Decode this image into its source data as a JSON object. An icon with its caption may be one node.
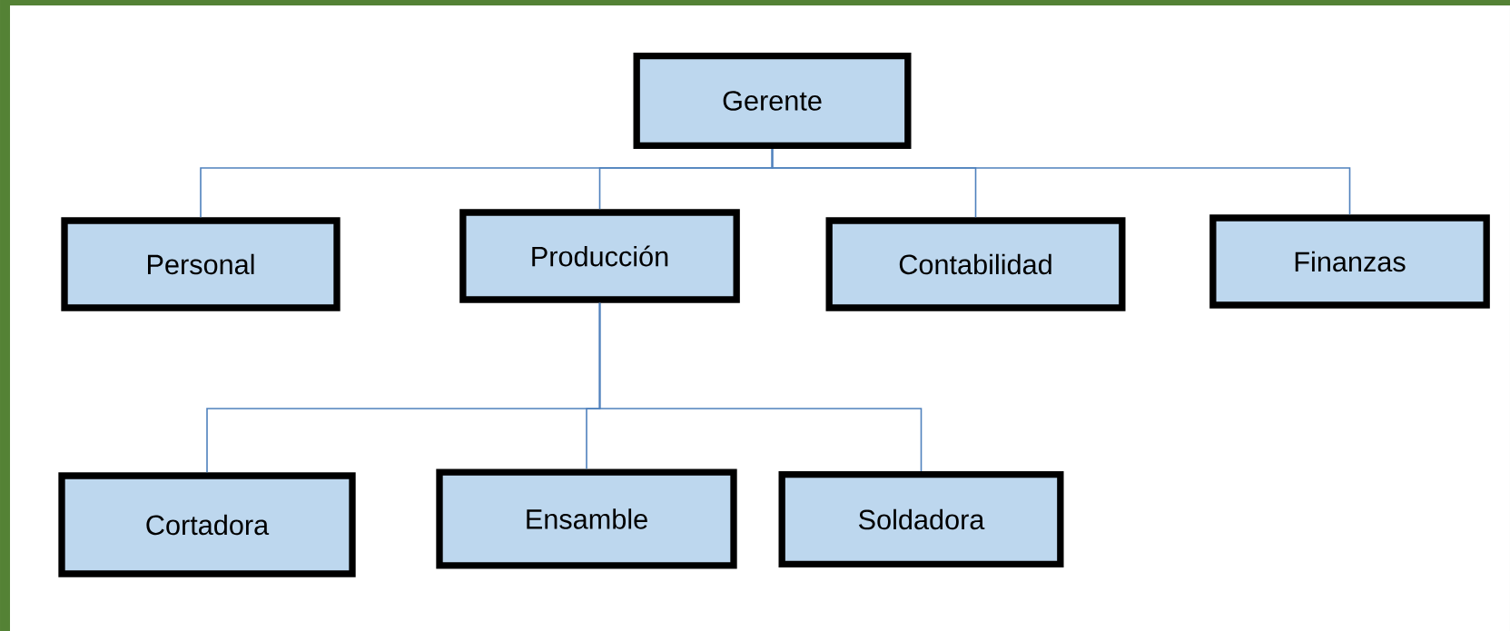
{
  "diagram": {
    "nodes": [
      {
        "text": [
          "Gerente"
        ]
      },
      {
        "text": [
          "Personal"
        ]
      },
      {
        "text": [
          "Producción"
        ]
      },
      {
        "text": [
          "Contabilidad"
        ]
      },
      {
        "text": [
          "Finanzas"
        ]
      },
      {
        "text": [
          "Cortadora"
        ]
      },
      {
        "text": [
          "Ensamble"
        ]
      },
      {
        "text": [
          "Soldadora"
        ]
      }
    ],
    "edges": [
      {
        "from": 0,
        "to": 1,
        "arrow": "none"
      },
      {
        "from": 0,
        "to": 2,
        "arrow": "none"
      },
      {
        "from": 0,
        "to": 3,
        "arrow": "none"
      },
      {
        "from": 0,
        "to": 4,
        "arrow": "none"
      },
      {
        "from": 2,
        "to": 5,
        "arrow": "none"
      },
      {
        "from": 2,
        "to": 6,
        "arrow": "none"
      },
      {
        "from": 2,
        "to": 7,
        "arrow": "none"
      }
    ]
  }
}
